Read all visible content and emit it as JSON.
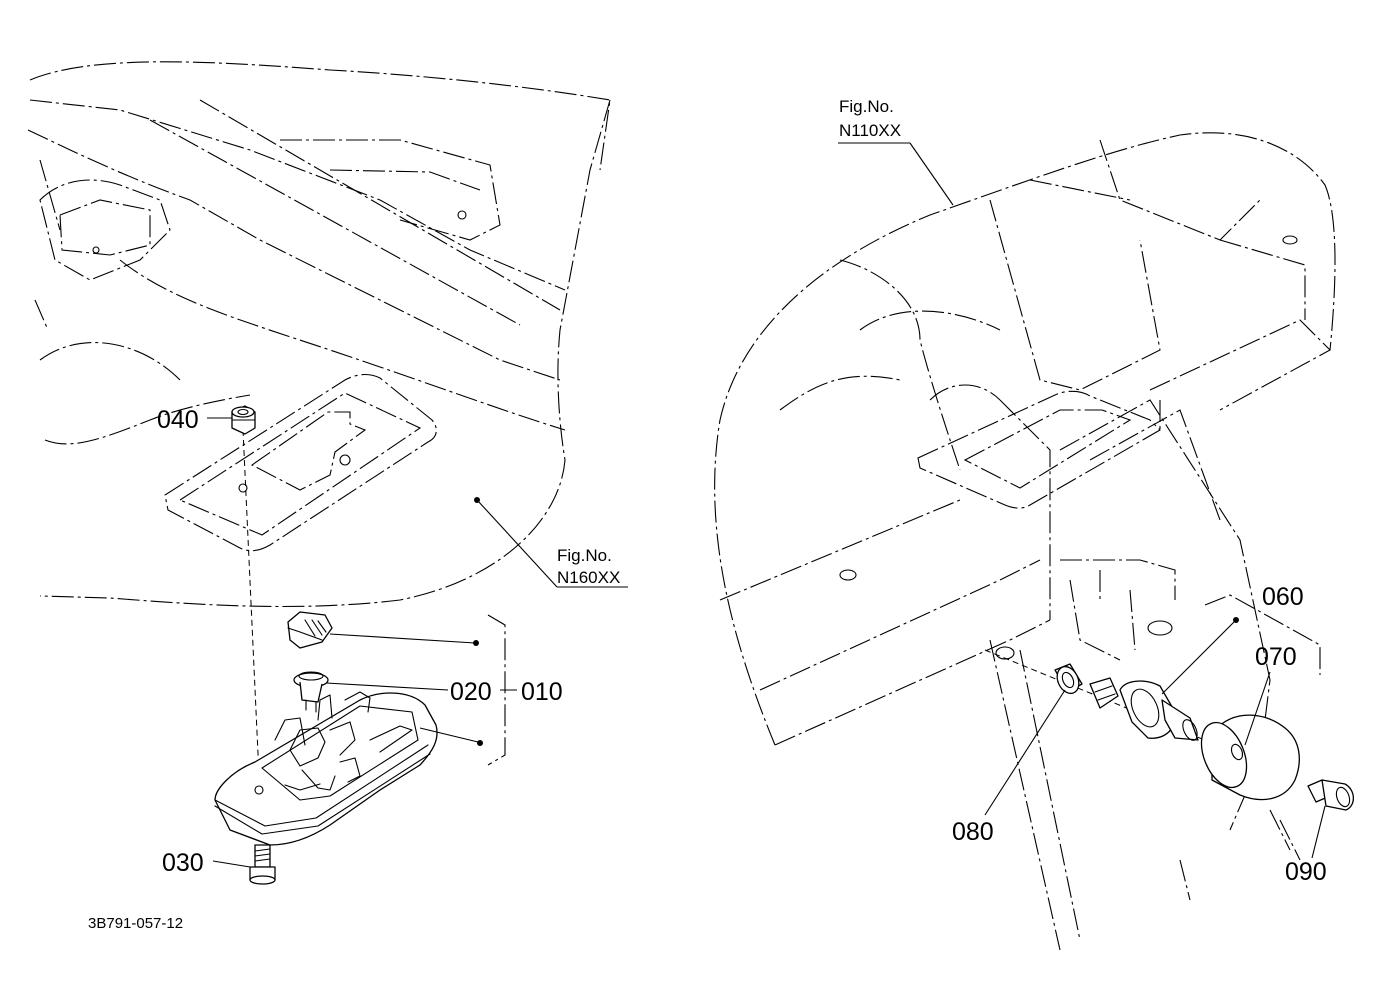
{
  "diagram": {
    "type": "exploded-parts-view",
    "part_labels": {
      "p010": "010",
      "p020": "020",
      "p030": "030",
      "p040": "040",
      "p060": "060",
      "p070": "070",
      "p080": "080",
      "p090": "090"
    },
    "figure_refs": {
      "left_prefix": "Fig.No.",
      "left_code": "N160XX",
      "right_prefix": "Fig.No.",
      "right_code": "N110XX"
    },
    "document_code": "3B791-057-12"
  }
}
